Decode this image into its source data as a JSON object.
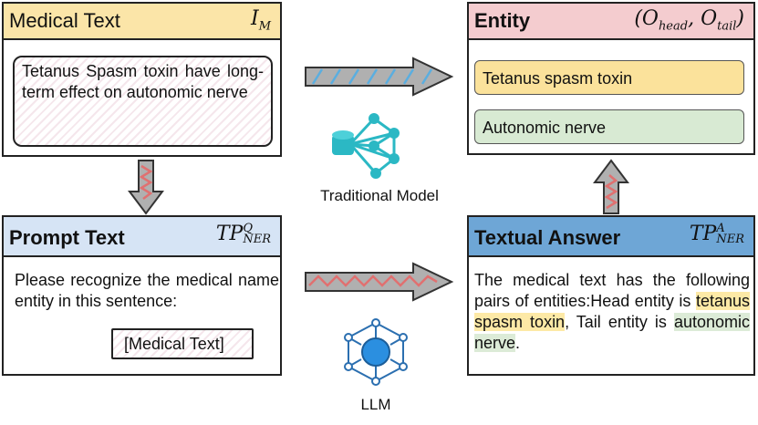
{
  "medical_text": {
    "title": "Medical Text",
    "symbol_base": "I",
    "symbol_sub": "M",
    "content": "Tetanus Spasm toxin have long-term effect on autonomic nerve"
  },
  "entity": {
    "title": "Entity",
    "symbol": "(O",
    "symbol_head_sub": "head",
    "symbol_mid": ", O",
    "symbol_tail_sub": "tail",
    "symbol_end": ")",
    "items": [
      "Tetanus spasm toxin",
      "Autonomic nerve"
    ]
  },
  "prompt_text": {
    "title": "Prompt Text",
    "symbol_base": "TP",
    "symbol_sup": "Q",
    "symbol_sub": "NER",
    "content": "Please recognize the medical name entity in this sentence:",
    "placeholder": "[Medical Text]"
  },
  "textual_answer": {
    "title": "Textual Answer",
    "symbol_base": "TP",
    "symbol_sup": "A",
    "symbol_sub": "NER",
    "part1": "The medical text has the following pairs of entities:Head entity is ",
    "head": "tetanus spasm toxin",
    "part2": ", Tail entity is ",
    "tail": "autonomic nerve",
    "part3": "."
  },
  "labels": {
    "traditional_model": "Traditional Model",
    "llm": "LLM"
  },
  "colors": {
    "medical_header": "#fbe5a8",
    "entity_header": "#f4cccf",
    "prompt_header": "#d6e4f5",
    "answer_header": "#6ea6d6",
    "entity_yellow": "#fbe29b",
    "entity_green": "#d8ead3",
    "arrow_fill": "#b0b0b0",
    "zigzag_red": "#e07070",
    "zigzag_blue": "#5aaee0",
    "model_teal": "#2bb8c4",
    "llm_blue": "#2b8fe0"
  }
}
